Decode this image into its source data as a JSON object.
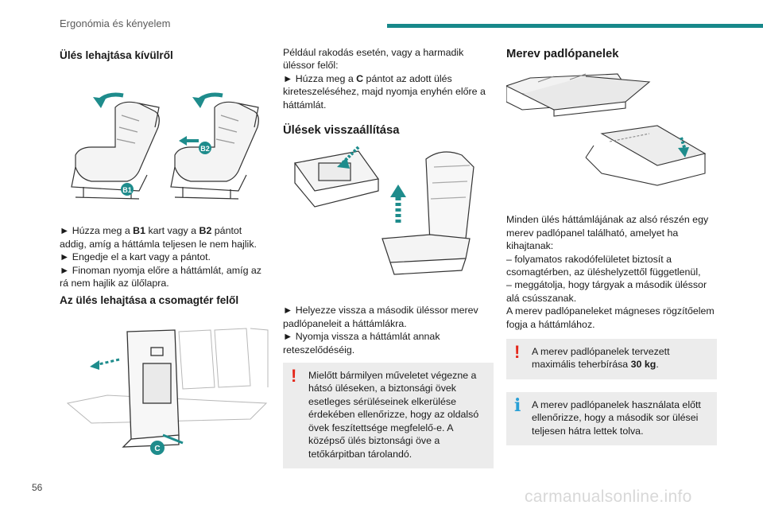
{
  "header": {
    "section": "Ergonómia és kényelem"
  },
  "page_number": "56",
  "watermark": "carmanualsonline.info",
  "colors": {
    "accent": "#17888a",
    "warning": "#e4271a",
    "info": "#2aa0d6",
    "seat_teal": "#1e8c8c"
  },
  "col1": {
    "heading1": "Ülés lehajtása kívülről",
    "illus1_labels": [
      "B2",
      "B1"
    ],
    "b1_line": {
      "prefix": "► Húzza meg a ",
      "bold1": "B1",
      "mid": " kart vagy a ",
      "bold2": "B2",
      "suffix": " pántot addig, amíg a háttámla teljesen le nem hajlik."
    },
    "line2": "► Engedje el a kart vagy a pántot.",
    "line3": "► Finoman nyomja előre a háttámlát, amíg az rá nem hajlik az ülőlapra.",
    "heading2": "Az ülés lehajtása a csomagtér felől",
    "illus2_labels": [
      "C"
    ]
  },
  "col2": {
    "intro": "Például rakodás esetén, vagy a harmadik üléssor felől:",
    "c_line": {
      "prefix": "► Húzza meg a ",
      "bold": "C",
      "suffix": " pántot az adott ülés kireteszeléséhez, majd nyomja enyhén előre a háttámlát."
    },
    "heading": "Ülések visszaállítása",
    "line_a": "► Helyezze vissza a második üléssor merev padlópaneleit a háttámlákra.",
    "line_b": "► Nyomja vissza a háttámlát annak reteszelődéséig.",
    "warning": "Mielőtt bármilyen műveletet végezne a hátsó üléseken, a biztonsági övek esetleges sérüléseinek elkerülése érdekében ellenőrizze, hogy az oldalsó övek feszítettsége megfelelő-e. A középső ülés biztonsági öve a tetőkárpitban tárolandó."
  },
  "col3": {
    "heading": "Merev padlópanelek",
    "text": [
      "Minden ülés háttámlájának az alsó részén egy merev padlópanel található, amelyet ha kihajtanak:",
      "– folyamatos rakodófelületet biztosít a csomagtérben, az üléshelyzettől függetlenül,",
      "– meggátolja, hogy tárgyak a második üléssor alá csússzanak.",
      "A merev padlópaneleket mágneses rögzítőelem fogja a háttámlához."
    ],
    "warning": {
      "prefix": "A merev padlópanelek tervezett maximális teherbírása ",
      "bold": "30 kg",
      "suffix": "."
    },
    "info": "A merev padlópanelek használata előtt ellenőrizze, hogy a második sor ülései teljesen hátra lettek tolva."
  }
}
